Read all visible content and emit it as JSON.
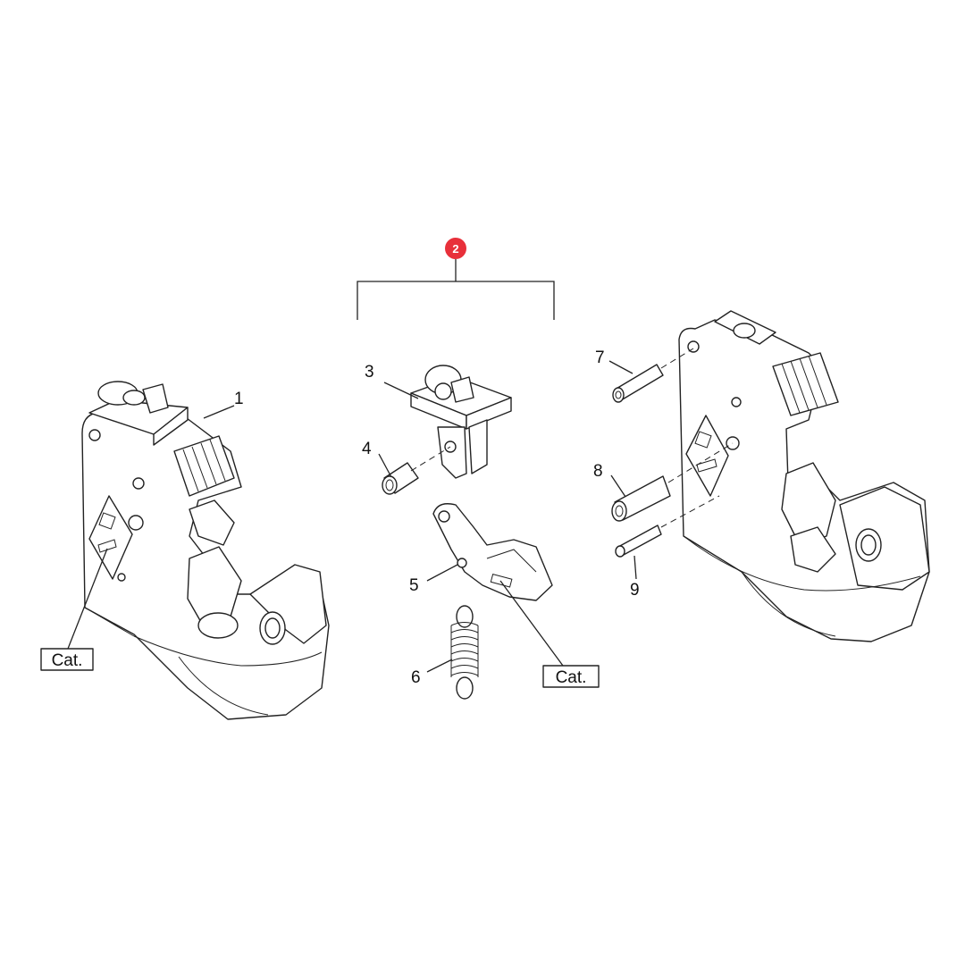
{
  "callouts": {
    "c1": "1",
    "c2": "2",
    "c3": "3",
    "c4": "4",
    "c5": "5",
    "c6": "6",
    "c7": "7",
    "c8": "8",
    "c9": "9"
  },
  "cat_labels": {
    "left": "Cat.",
    "middle": "Cat."
  },
  "badge_color": "#e8303a"
}
